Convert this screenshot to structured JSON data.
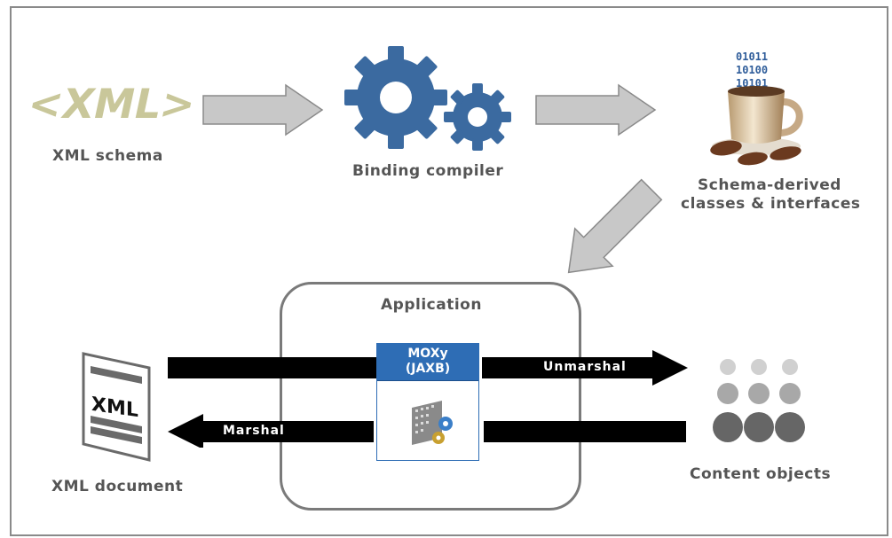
{
  "xml_logo_text": "<XML>",
  "labels": {
    "xml_schema": "XML schema",
    "binding_compiler": "Binding compiler",
    "schema_derived_1": "Schema-derived",
    "schema_derived_2": "classes & interfaces",
    "application": "Application",
    "xml_document": "XML document",
    "content_objects": "Content objects"
  },
  "binary_lines": [
    "01011",
    "10100",
    "10101"
  ],
  "moxy": {
    "line1": "MOXy",
    "line2": "(JAXB)"
  },
  "doc_icon_text": "XML",
  "arrows": {
    "unmarshal": "Unmarshal",
    "marshal": "Marshal"
  },
  "colors": {
    "gear_blue": "#3b6aa0",
    "xml_logo": "#c9c79a",
    "moxy_blue": "#2e6db5",
    "arrow_gray": "#c8c8c8"
  }
}
